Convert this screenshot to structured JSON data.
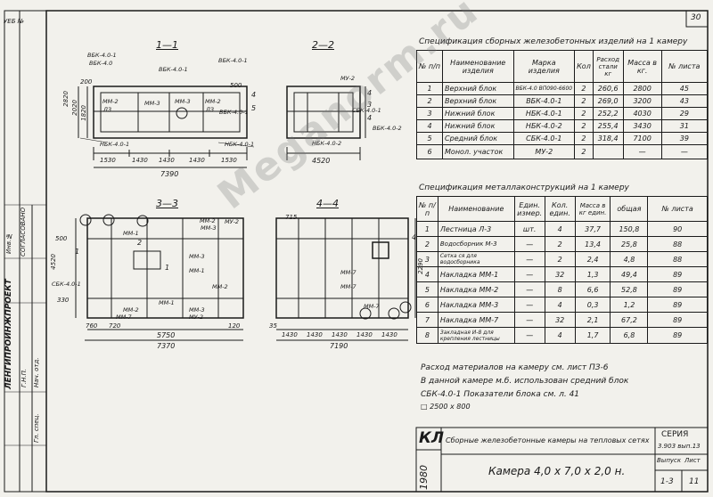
{
  "page_number": "30",
  "section_labels": [
    "1—1",
    "2—2",
    "3—3",
    "4—4"
  ],
  "drawing_labels": {
    "s11": {
      "tags": [
        "ВБК-4.0-1",
        "ВБК-4.0",
        "ВБК-4.0-1",
        "ВБК-4.0-1",
        "ВБК-4.0-1",
        "НБК-4.0-1",
        "НБК-4.0-1"
      ],
      "inner": [
        "ММ-2",
        "ЛЗ",
        "ММ-3",
        "ММ-2",
        "ЛЗ",
        "ММ-3"
      ],
      "dims_left": [
        "2820",
        "2020",
        "1820",
        "200"
      ],
      "dims_bottom": [
        "1530",
        "1430",
        "1430",
        "1430",
        "1530"
      ],
      "total": "7390",
      "side_marks": [
        "500",
        "4",
        "5"
      ]
    },
    "s22": {
      "tags": [
        "МУ-2",
        "СБК-4.0-1",
        "НБК-4.0-2",
        "ВБК-4.0-2"
      ],
      "nums": [
        "4",
        "3",
        "4"
      ],
      "total": "4520"
    },
    "s33": {
      "tags": [
        "ММ-1",
        "ММ-2",
        "ММ-3",
        "МУ-2",
        "ММ-3",
        "ММ-1",
        "ММ-2",
        "ММ-3",
        "МУ-2",
        "СБК-4.0-1",
        "ММ-2",
        "ММ-7",
        "ММ-1"
      ],
      "nums": [
        "2",
        "1",
        "1"
      ],
      "dims": [
        "4520",
        "500",
        "330",
        "760",
        "5750",
        "7370",
        "720",
        "120"
      ]
    },
    "s44": {
      "tags": [
        "ММ-7",
        "ММ-7",
        "ММ-7"
      ],
      "dims": [
        "715",
        "2290",
        "1430",
        "1430",
        "1430",
        "1430",
        "1430",
        "7190",
        "35",
        "4"
      ]
    }
  },
  "table1": {
    "title": "Спецификация сборных железобетонных изделий на 1 камеру",
    "headers": [
      "№ п/п",
      "Наименование изделия",
      "Марка изделия",
      "Кол",
      "Расход стали кг",
      "Масса в кг.",
      "№ листа"
    ],
    "rows": [
      [
        "1",
        "Верхний блок",
        "ВБК-4.0 ВП090-6600",
        "2",
        "260,6",
        "2800",
        "45"
      ],
      [
        "2",
        "Верхний блок",
        "ВБК-4.0-1",
        "2",
        "269,0",
        "3200",
        "43"
      ],
      [
        "3",
        "Нижний блок",
        "НБК-4.0-1",
        "2",
        "252,2",
        "4030",
        "29"
      ],
      [
        "4",
        "Нижний блок",
        "НБК-4.0-2",
        "2",
        "255,4",
        "3430",
        "31"
      ],
      [
        "5",
        "Средний блок",
        "СБК-4.0-1",
        "2",
        "318,4",
        "7100",
        "39"
      ],
      [
        "6",
        "Монол. участок",
        "МУ-2",
        "2",
        "",
        "—",
        "—"
      ]
    ]
  },
  "table2": {
    "title": "Спецификация металлаконструкций на 1 камеру",
    "headers": [
      "№ п/п",
      "Наименование",
      "Един. измер.",
      "Кол. един.",
      "Масса в кг един.",
      "общая",
      "№ листа"
    ],
    "rows": [
      [
        "1",
        "Лестница Л-3",
        "шт.",
        "4",
        "37,7",
        "150,8",
        "90"
      ],
      [
        "2",
        "Водосборник М-3",
        "—",
        "2",
        "13,4",
        "25,8",
        "88"
      ],
      [
        "3",
        "Сетка ся для водосборника",
        "—",
        "2",
        "2,4",
        "4,8",
        "88"
      ],
      [
        "4",
        "Накладка ММ-1",
        "—",
        "32",
        "1,3",
        "49,4",
        "89"
      ],
      [
        "5",
        "Накладка ММ-2",
        "—",
        "8",
        "6,6",
        "52,8",
        "89"
      ],
      [
        "6",
        "Накладка ММ-3",
        "—",
        "4",
        "0,3",
        "1,2",
        "89"
      ],
      [
        "7",
        "Накладка ММ-7",
        "—",
        "32",
        "2,1",
        "67,2",
        "89"
      ],
      [
        "8",
        "Закладная И-8 для крепления лестницы",
        "—",
        "4",
        "1,7",
        "6,8",
        "89"
      ]
    ]
  },
  "notes": [
    "Расход материалов на камеру см. лист ПЗ-6",
    "В данной камере м.б. использован средний блок",
    "СБК-4.0-1   Показатели блока см. л. 41",
    "□ 2500 х 800"
  ],
  "title_block": {
    "kl": "КЛ",
    "year": "1980",
    "desc": "Сборные железобетонные камеры на тепловых сетях",
    "name": "Камера 4,0 х 7,0 х 2,0 н.",
    "series_label": "СЕРИЯ",
    "series": "3.903 вып.13",
    "issue_label": "Выпуск",
    "issue": "1-3",
    "sheet_label": "Лист",
    "sheet": "11"
  },
  "left_strip": [
    "Инв.№",
    "СОГЛАСОВАНО",
    "ЛЕНГИПРОИНЖПРОЕКТ",
    "Г.Н.П.",
    "Нач. отд.",
    "Гл. спец."
  ],
  "watermark": "Meganorm.ru",
  "stamp_top": "УЕБ №"
}
